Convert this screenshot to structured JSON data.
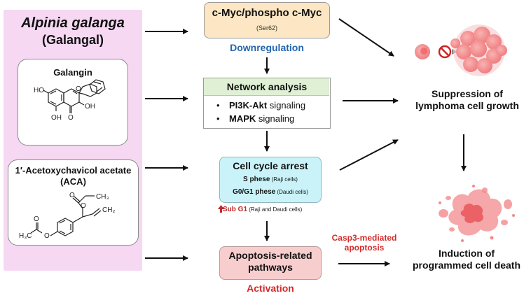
{
  "plant": {
    "scientific_name": "Alpinia galanga",
    "common_name": "(Galangal)"
  },
  "compounds": [
    {
      "name": "Galangin",
      "atoms": [
        "HO",
        "OH",
        "OH",
        "O",
        "O"
      ]
    },
    {
      "name_line1": "1′-Acetoxychavicol acetate",
      "name_line2": "(ACA)",
      "atoms": [
        "O",
        "O",
        "CH₃",
        "CH₂",
        "O",
        "O",
        "H₃C"
      ]
    }
  ],
  "myc_box": {
    "title": "c-Myc/phospho c-Myc",
    "subtitle": "(Ser62)",
    "status": "Downregulation"
  },
  "network_box": {
    "title": "Network analysis",
    "items": [
      {
        "bullet": "•",
        "bold": "PI3K-Akt",
        "rest": " signaling"
      },
      {
        "bullet": "•",
        "bold": "MAPK",
        "rest": " signaling"
      }
    ]
  },
  "cell_cycle_box": {
    "title": "Cell cycle arrest",
    "lines": [
      {
        "bold": "S phese",
        "note": " (Raji cells)"
      },
      {
        "bold": "G0/G1 phese",
        "note": " (Daudi cells)"
      }
    ],
    "sub_g1": {
      "label": "Sub G1",
      "note": " (Raji and Daudi cells)"
    }
  },
  "apoptosis_box": {
    "title_line1": "Apoptosis-related",
    "title_line2": "pathways",
    "status": "Activation"
  },
  "casp_label": {
    "line1": "Casp3-mediated",
    "line2": "apoptosis"
  },
  "outcomes": {
    "suppression_line1": "Suppression of",
    "suppression_line2": "lymphoma cell growth",
    "death_line1": "Induction of",
    "death_line2": "programmed cell death"
  },
  "colors": {
    "left_panel": "#f6d8f3",
    "myc_box": "#fce6c3",
    "network_header": "#dff0d4",
    "cell_cycle_box": "#c9f3f9",
    "apoptosis_box": "#f8cdcd",
    "downregulation_text": "#2466ad",
    "activation_text": "#d42a2a",
    "cell_pink": "#f28a8c"
  },
  "icons": [
    "inhibition-icon",
    "tumor-cell-cluster-icon",
    "dying-cell-fragments-icon",
    "up-arrow-icon"
  ]
}
